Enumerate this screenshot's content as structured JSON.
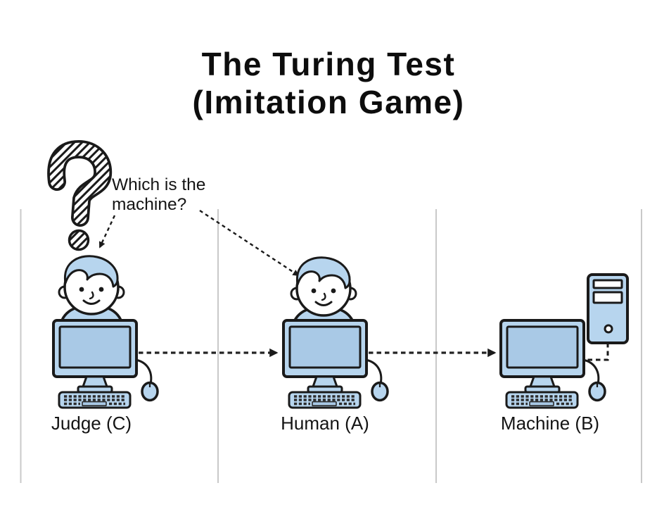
{
  "title": {
    "line1": "The Turing Test",
    "line2": "(Imitation Game)"
  },
  "annotation": {
    "icon": "question-mark-icon",
    "question_lines": [
      "Which is the",
      "machine?"
    ]
  },
  "participants": [
    {
      "id": "judge",
      "label": "Judge (C)",
      "depicted_with": [
        "person-icon",
        "monitor-icon",
        "keyboard-icon",
        "mouse-icon"
      ]
    },
    {
      "id": "human",
      "label": "Human (A)",
      "depicted_with": [
        "person-icon",
        "monitor-icon",
        "keyboard-icon",
        "mouse-icon"
      ]
    },
    {
      "id": "machine",
      "label": "Machine (B)",
      "depicted_with": [
        "monitor-icon",
        "keyboard-icon",
        "mouse-icon",
        "computer-tower-icon"
      ]
    }
  ],
  "connections": [
    {
      "from": "judge",
      "to": "human",
      "style": "dashed-arrow"
    },
    {
      "from": "human",
      "to": "machine",
      "style": "dashed-arrow"
    },
    {
      "from": "question-annotation",
      "to": "judge",
      "style": "dashed-arrow"
    },
    {
      "from": "question-annotation",
      "to": "human",
      "style": "dashed-arrow"
    },
    {
      "from": "computer-tower",
      "to": "machine-monitor",
      "style": "dashed-line"
    }
  ],
  "colors": {
    "fill_blue": "#b7d5ee",
    "screen_blue": "#a9c9e6",
    "outline": "#1a1a1a",
    "divider_gray": "#c9c9c9",
    "text": "#111111",
    "background": "#ffffff"
  }
}
